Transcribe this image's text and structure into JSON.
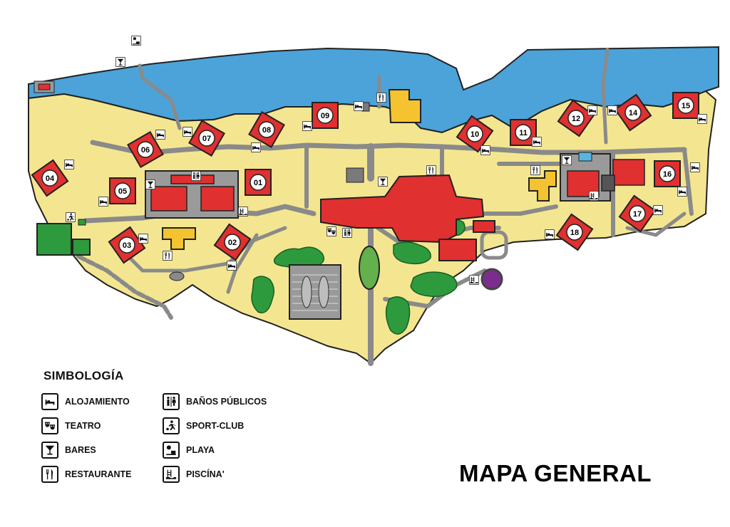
{
  "map": {
    "title": "MAPA GENERAL",
    "colors": {
      "sea": "#4ba3d9",
      "land": "#f4e690",
      "building": "#e03030",
      "restaurant_building": "#f5c330",
      "path": "#8a8a8a",
      "vegetation": "#2e9a3e",
      "pool": "#58b4e0",
      "outline": "#222222"
    },
    "units": [
      {
        "label": "01"
      },
      {
        "label": "02"
      },
      {
        "label": "03"
      },
      {
        "label": "04"
      },
      {
        "label": "05"
      },
      {
        "label": "06"
      },
      {
        "label": "07"
      },
      {
        "label": "08"
      },
      {
        "label": "09"
      },
      {
        "label": "10"
      },
      {
        "label": "11"
      },
      {
        "label": "12"
      },
      {
        "label": "14"
      },
      {
        "label": "15"
      },
      {
        "label": "16"
      },
      {
        "label": "17"
      },
      {
        "label": "18"
      }
    ]
  },
  "legend": {
    "title": "SIMBOLOGÍA",
    "items": [
      {
        "label": "ALOJAMIENTO",
        "icon": "bed-icon"
      },
      {
        "label": "TEATRO",
        "icon": "theater-masks-icon"
      },
      {
        "label": "BARES",
        "icon": "cocktail-icon"
      },
      {
        "label": "RESTAURANTE",
        "icon": "fork-knife-icon"
      },
      {
        "label": "BAÑOS PÚBLICOS",
        "icon": "restroom-icon"
      },
      {
        "label": "SPORT-CLUB",
        "icon": "sport-runner-icon"
      },
      {
        "label": "PLAYA",
        "icon": "beach-icon"
      },
      {
        "label": "PISCÍNA'",
        "icon": "pool-icon"
      }
    ]
  }
}
